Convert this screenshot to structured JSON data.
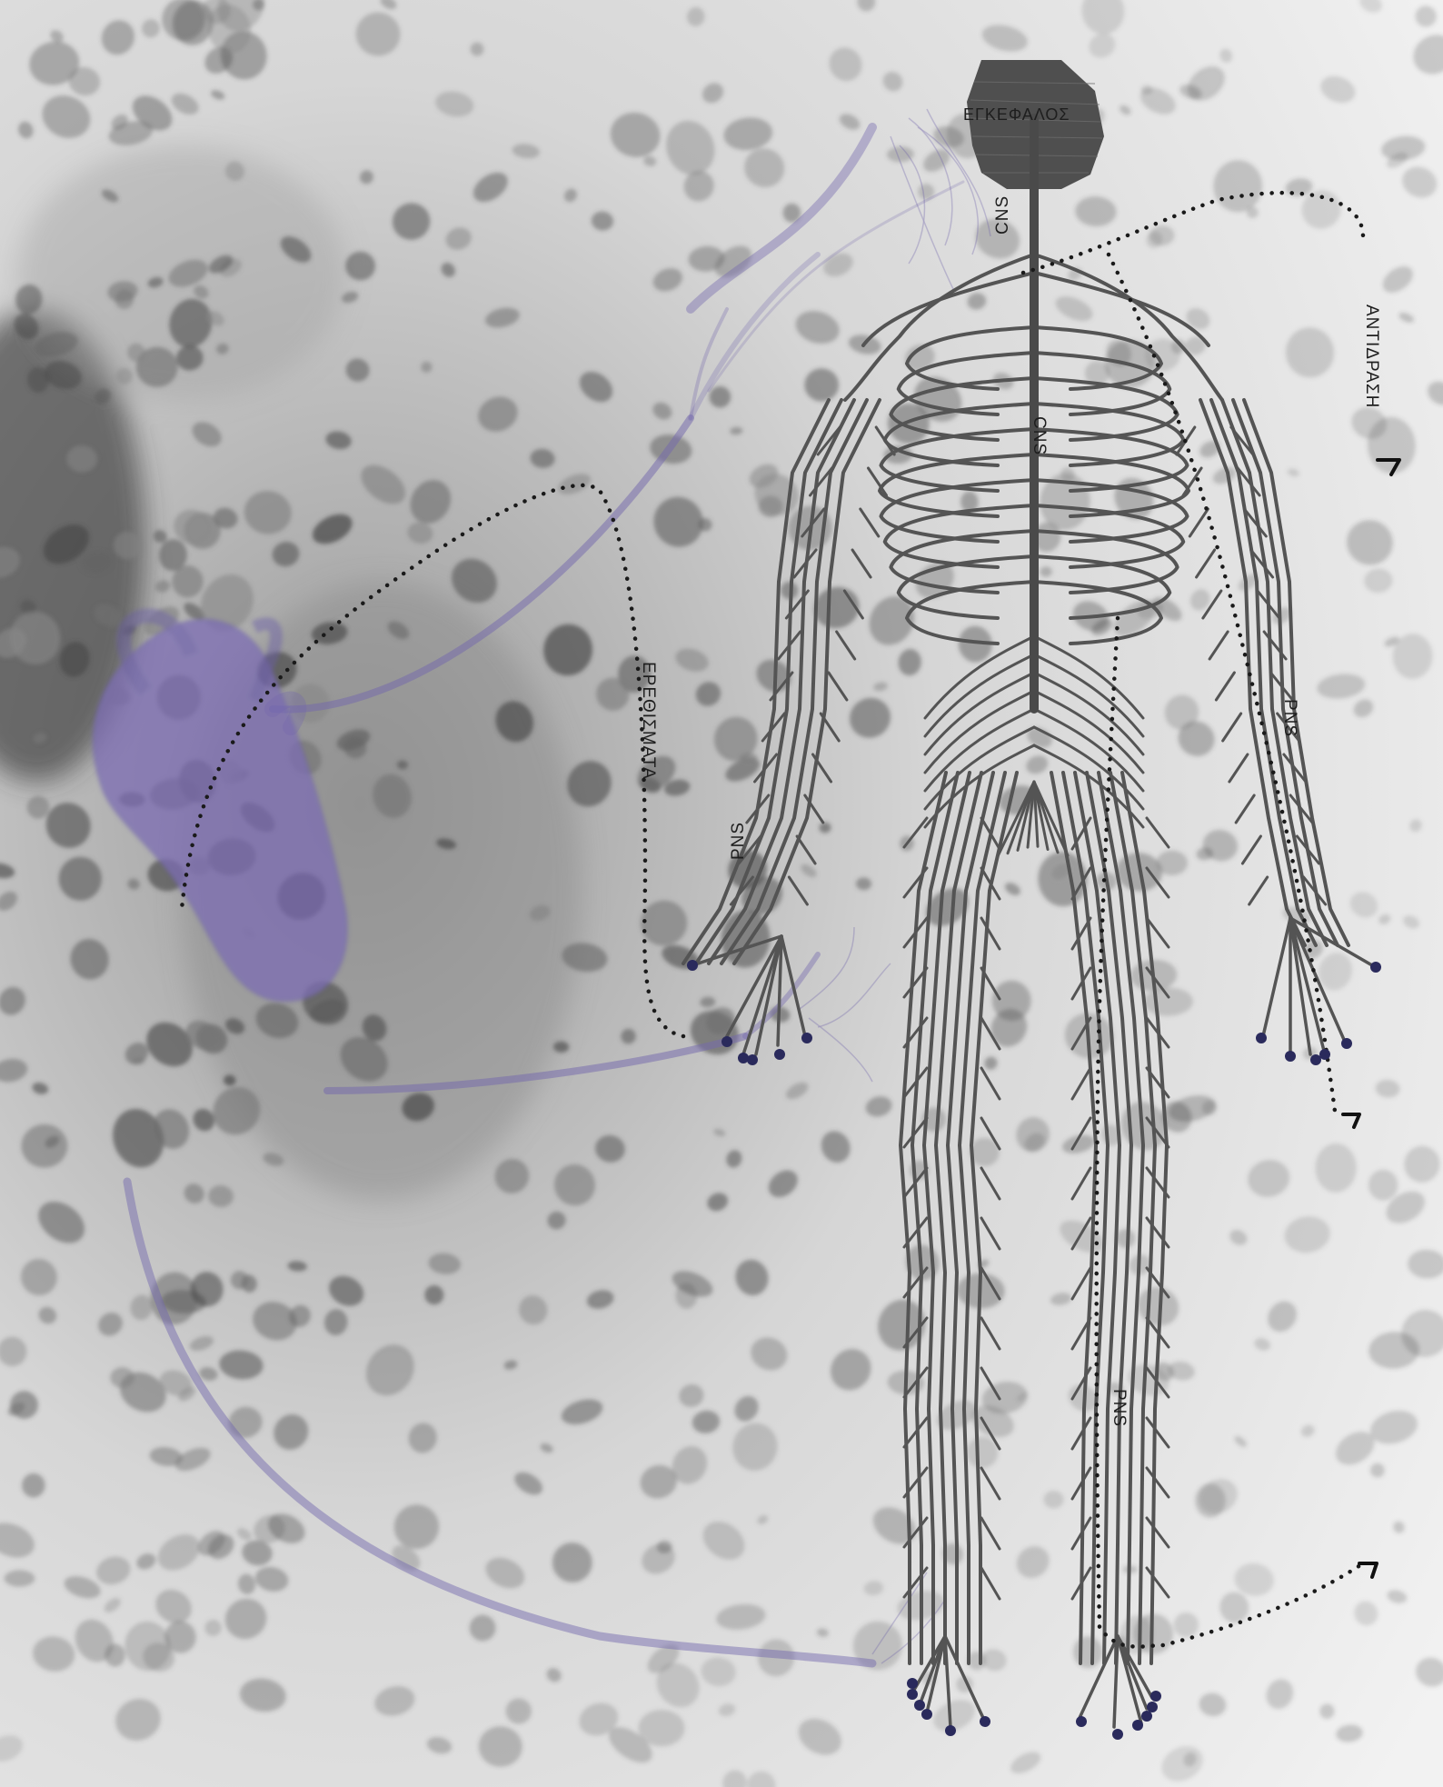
{
  "labels": {
    "brain": "ΕΓΚΕΦΑΛΟΣ",
    "cns_upper": "CNS",
    "cns_spine": "CNS",
    "stimuli": "ΕΡΕΘΙΣΜΑΤΑ",
    "response": "ΑΝΤΙΔΡΑΣΗ",
    "pns_left_arm": "PNS",
    "pns_right_arm": "PNS",
    "pns_leg": "PNS"
  },
  "colors": {
    "nerve": "#545454",
    "brain": "#4f4f4f",
    "neuron": "#7b6db3",
    "terminal_dot": "#2a2a5c",
    "dotted_path": "#1a1a1a",
    "background_light": "#ececec",
    "background_cells": "#7a7a7a"
  }
}
